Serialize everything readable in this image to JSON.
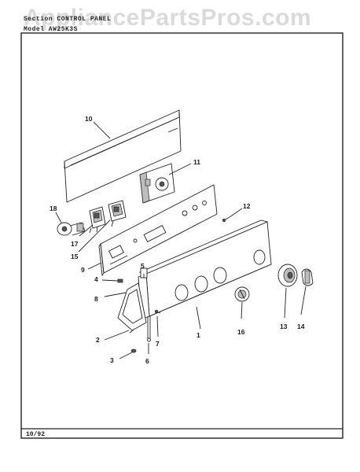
{
  "header": {
    "section": "Section  CONTROL PANEL",
    "model": "Model  AW25K3S"
  },
  "watermark": "AppliancePartsPros.com",
  "footer": {
    "date": "10/92"
  },
  "callouts": {
    "c1": "1",
    "c2": "2",
    "c3": "3",
    "c4": "4",
    "c5": "5",
    "c6": "6",
    "c7": "7",
    "c8": "8",
    "c9": "9",
    "c10": "10",
    "c11": "11",
    "c12": "12",
    "c13": "13",
    "c14": "14",
    "c15": "15",
    "c16": "16",
    "c17": "17",
    "c18": "18"
  }
}
